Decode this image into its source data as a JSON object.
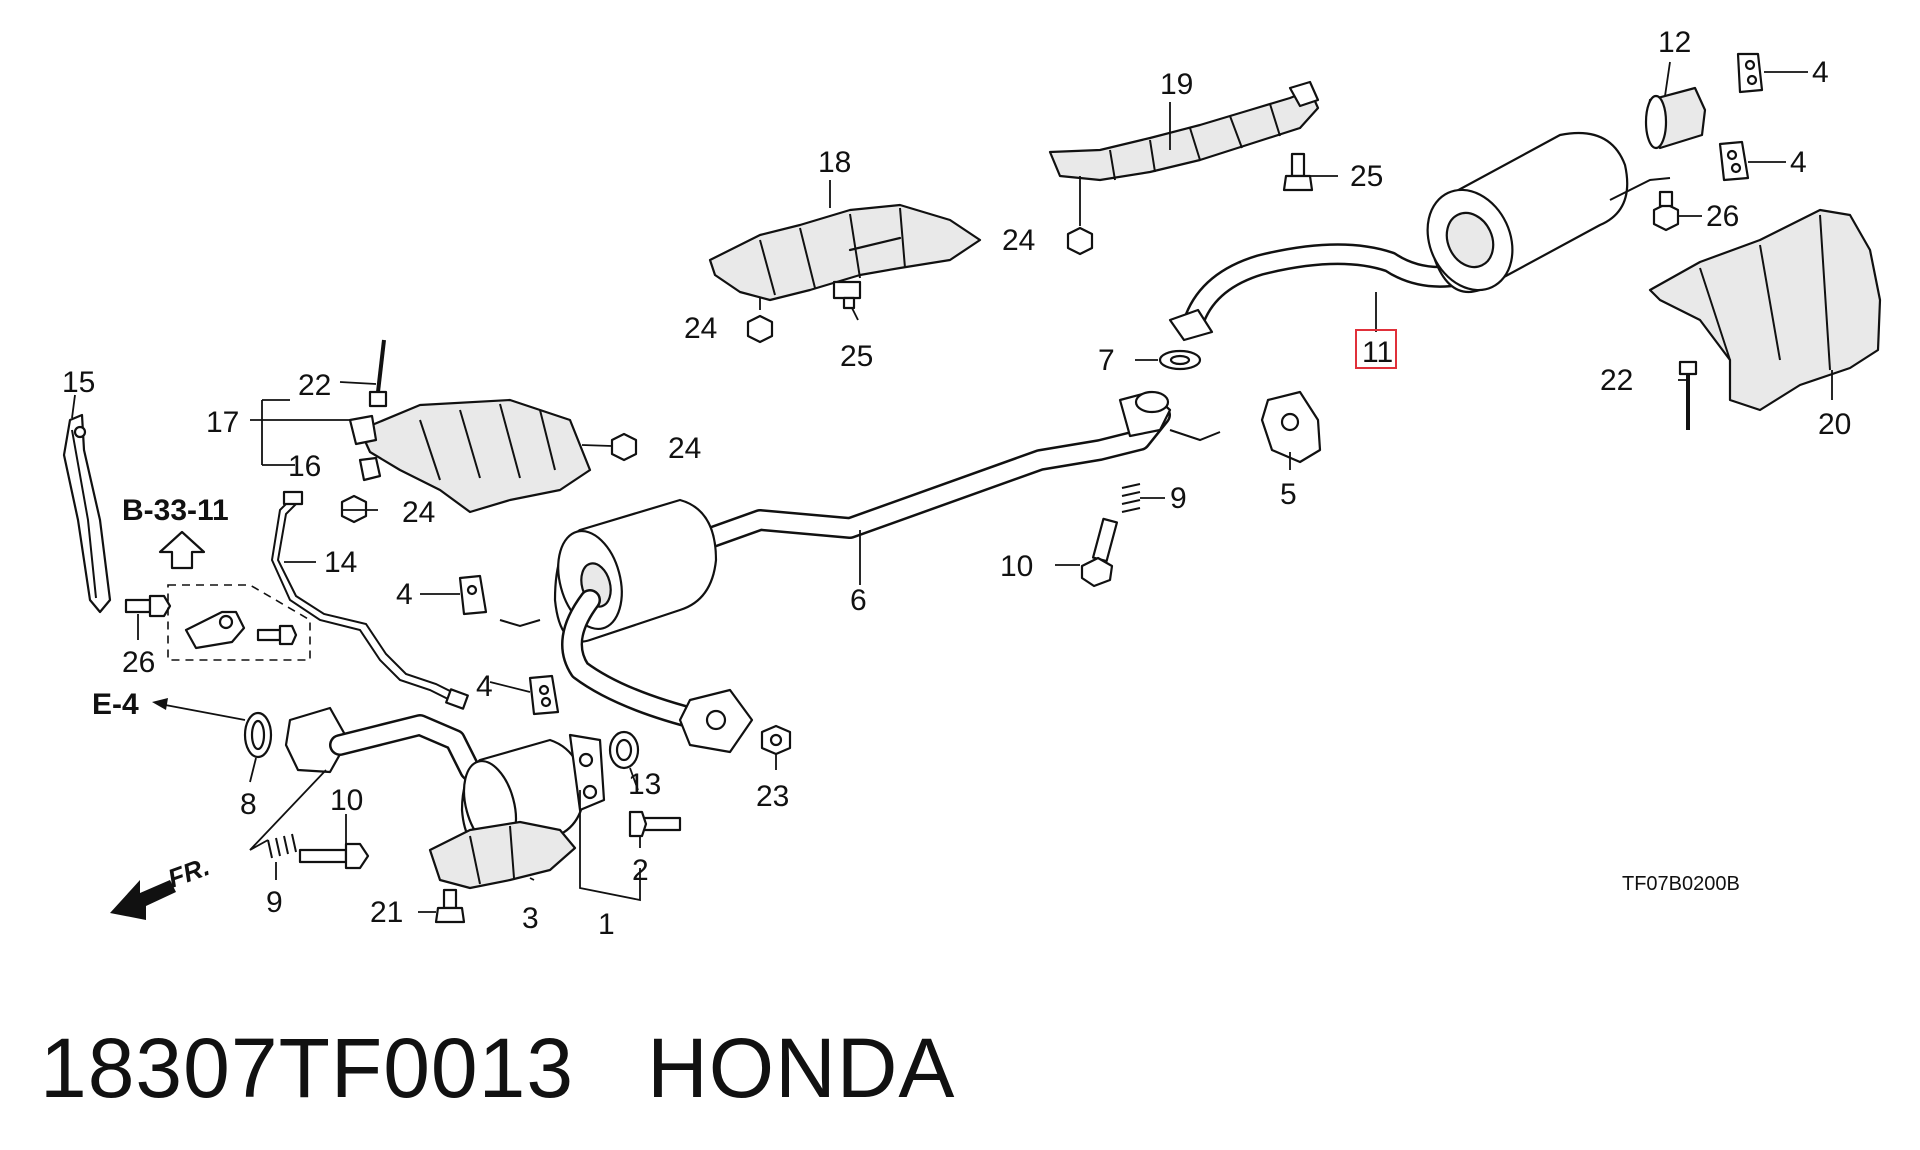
{
  "diagram_code": "TF07B0200B",
  "footer": {
    "part_number": "18307TF0013",
    "brand": "HONDA"
  },
  "refs": {
    "ref_b": "B-33-11",
    "ref_e": "E-4",
    "front": "FR."
  },
  "callouts": {
    "c15": "15",
    "c22a": "22",
    "c17": "17",
    "c16": "16",
    "c24a": "24",
    "c24b": "24",
    "c18": "18",
    "c24c": "24",
    "c25a": "25",
    "c19": "19",
    "c25b": "25",
    "c24d": "24",
    "c12": "12",
    "c4a": "4",
    "c4b": "4",
    "c26a": "26",
    "c22b": "22",
    "c20": "20",
    "c11": "11",
    "c7": "7",
    "c5": "5",
    "c9a": "9",
    "c10a": "10",
    "c6": "6",
    "c14": "14",
    "c26b": "26",
    "c4c": "4",
    "c4d": "4",
    "c8": "8",
    "c10b": "10",
    "c9b": "9",
    "c13": "13",
    "c23": "23",
    "c2": "2",
    "c1": "1",
    "c3": "3",
    "c21": "21"
  },
  "highlight": {
    "part": "11",
    "color": "#e0303a"
  }
}
